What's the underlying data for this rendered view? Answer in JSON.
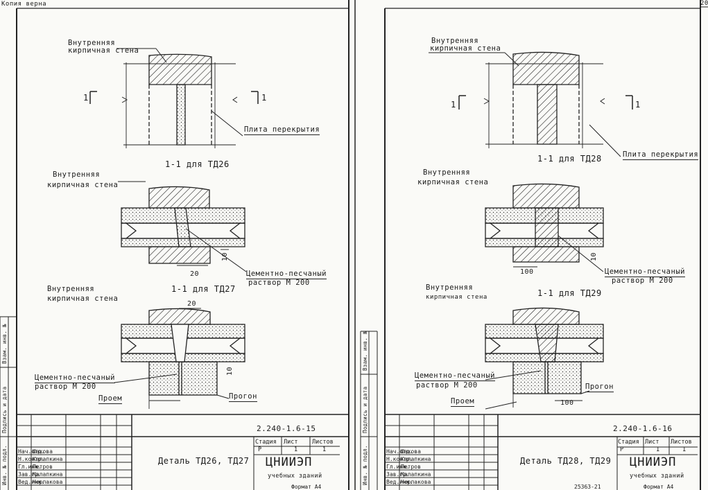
{
  "header": {
    "copy_note": "Копия верна",
    "page_number": "20"
  },
  "sheets": [
    {
      "top_label": "Внутренняя кирпичная стена",
      "top_label_l1": "Внутренняя",
      "top_label_l2": "кирпичная стена",
      "slab_label": "Плита перекрытия",
      "section_mark": "1",
      "section_caption_1": "1-1 для ТД26",
      "section_caption_2": "1-1 для ТД27",
      "mid_label_l1": "Внутренняя",
      "mid_label_l2": "кирпичная стена",
      "mortar_label_l1": "Цементно-песчаный",
      "mortar_label_l2": "раствор М 200",
      "low_label_l1": "Внутренняя",
      "low_label_l2": "кирпичная стена",
      "mortar2_l1": "Цементно-песчаный",
      "mortar2_l2": "раствор М 200",
      "opening_label": "Проем",
      "purlin_label": "Прогон",
      "dims": {
        "d20a": "20",
        "d10a": "10",
        "d20b": "20",
        "d10b": "10"
      },
      "doc_code": "2.240-1.6-15",
      "detail_title": "Деталь ТД26, ТД27",
      "org_name": "ЦНИИЭП",
      "org_sub": "учебных зданий",
      "stage_h": "Стадия",
      "sheet_h": "Лист",
      "sheets_h": "Листов",
      "stage_v": "Р",
      "sheet_v": "1",
      "sheets_v": "1",
      "roles": [
        "Нач.отд.",
        "Н.контр.",
        "Гл.инж.",
        "Зав.гр.",
        "Вед.инж."
      ],
      "names": [
        "Шахова",
        "Калапкина",
        "Петров",
        "Калапкина",
        "Черпакова"
      ],
      "format": "Формат А4",
      "side_stamp": [
        "Инв. № подл.",
        "Подпись и дата",
        "Взам. инв. №"
      ]
    },
    {
      "top_label_l1": "Внутренняя",
      "top_label_l2": "кирпичная стена",
      "slab_label": "Плита перекрытия",
      "section_mark": "1",
      "section_caption_1": "1-1 для ТД28",
      "section_caption_2": "1-1 для ТД29",
      "mid_label_l1": "Внутренняя",
      "mid_label_l2": "кирпичная стена",
      "mortar_label_l1": "Цементно-песчаный",
      "mortar_label_l2": "раствор М 200",
      "low_label_l1": "Внутренняя",
      "low_label_l2": "кирпичная стена",
      "mortar2_l1": "Цементно-песчаный",
      "mortar2_l2": "раствор М 200",
      "opening_label": "Проем",
      "purlin_label": "Прогон",
      "dims": {
        "d100a": "100",
        "d10a": "10",
        "d100b": "100"
      },
      "doc_code": "2.240-1.6-16",
      "detail_title": "Деталь ТД28, ТД29",
      "org_name": "ЦНИИЭП",
      "org_sub": "учебных зданий",
      "stage_h": "Стадия",
      "sheet_h": "Лист",
      "sheets_h": "Листов",
      "stage_v": "Р",
      "sheet_v": "1",
      "sheets_v": "1",
      "roles": [
        "Нач.отд.",
        "Н.контр.",
        "Гл.инж.",
        "Зав.гр.",
        "Вед.инж."
      ],
      "names": [
        "Шахова",
        "Калапкина",
        "Петров",
        "Калапкина",
        "Черпакова"
      ],
      "footer_num": "25363-21",
      "format": "Формат А4",
      "side_stamp": [
        "Инв. № подл.",
        "Подпись и дата",
        "Взам. инв. №"
      ]
    }
  ]
}
